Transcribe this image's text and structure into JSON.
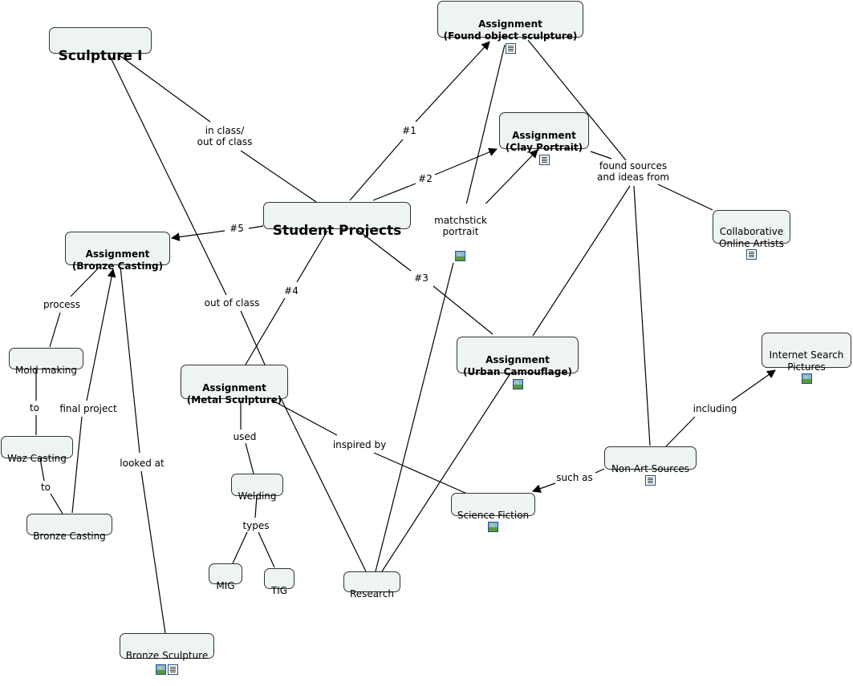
{
  "nodes": {
    "sculpture1": {
      "label": "Sculpture I"
    },
    "student_projects": {
      "label": "Student Projects"
    },
    "found_object": {
      "label": "Assignment\n(Found object sculpture)",
      "icons": [
        "doc"
      ]
    },
    "clay_portrait": {
      "label": "Assignment\n(Clay Portrait)",
      "icons": [
        "doc"
      ]
    },
    "bronze_casting_assignment": {
      "label": "Assignment\n(Bronze Casting)"
    },
    "metal_sculpture": {
      "label": "Assignment\n(Metal Sculpture)"
    },
    "urban_camouflage": {
      "label": "Assignment\n(Urban Camouflage)",
      "icons": [
        "img"
      ]
    },
    "collaborative_artists": {
      "label": "Collaborative\nOnline Artists",
      "icons": [
        "doc"
      ]
    },
    "internet_search": {
      "label": "Internet Search\nPictures",
      "icons": [
        "img"
      ]
    },
    "non_art_sources": {
      "label": "Non-Art Sources",
      "icons": [
        "doc"
      ]
    },
    "science_fiction": {
      "label": "Science Fiction",
      "icons": [
        "img"
      ]
    },
    "mold_making": {
      "label": "Mold making"
    },
    "waz_casting": {
      "label": "Waz Casting"
    },
    "bronze_casting": {
      "label": "Bronze Casting"
    },
    "welding": {
      "label": "Welding"
    },
    "mig": {
      "label": "MIG"
    },
    "tig": {
      "label": "TIG"
    },
    "research": {
      "label": "Research"
    },
    "bronze_sculpture": {
      "label": "Bronze Sculpture",
      "icons": [
        "img",
        "doc"
      ]
    }
  },
  "links": {
    "in_class": {
      "label": "in class/\nout of class"
    },
    "out_of_class": {
      "label": "out of class"
    },
    "n1": {
      "label": "#1"
    },
    "n2": {
      "label": "#2"
    },
    "n3": {
      "label": "#3"
    },
    "n4": {
      "label": "#4"
    },
    "n5": {
      "label": "#5"
    },
    "matchstick": {
      "label": "matchstick\nportrait",
      "icons": [
        "img"
      ]
    },
    "found_sources": {
      "label": "found sources\nand ideas from"
    },
    "including": {
      "label": "including"
    },
    "such_as": {
      "label": "such as"
    },
    "inspired_by": {
      "label": "inspired by"
    },
    "process": {
      "label": "process"
    },
    "to1": {
      "label": "to"
    },
    "to2": {
      "label": "to"
    },
    "final_project": {
      "label": "final project"
    },
    "looked_at": {
      "label": "looked at"
    },
    "used": {
      "label": "used"
    },
    "types": {
      "label": "types"
    }
  },
  "colors": {
    "node_fill": "#eef3f3",
    "node_border": "#333333",
    "line": "#000000",
    "icon_border": "#1f4d7a"
  }
}
